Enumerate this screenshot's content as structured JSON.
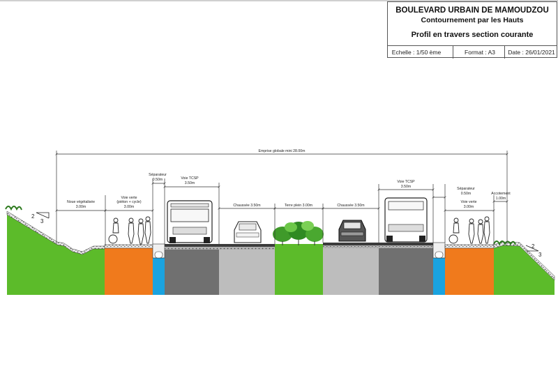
{
  "title_block": {
    "title": "BOULEVARD URBAIN DE MAMOUDZOU",
    "subtitle": "Contournement par les Hauts",
    "sheet": "Profil en travers section courante",
    "scale": "Echelle :  1/50 ème",
    "format": "Format :  A3",
    "date": "Date :  26/01/2021"
  },
  "dimensions": {
    "overall": "Emprise globale mini 28.00m",
    "noue_label": "Noue végétalisée",
    "noue_width": "3.00m",
    "voie_verte_left_label": "Voie verte",
    "voie_verte_left_sub": "(piéton + cycle)",
    "voie_verte_left_width": "3.00m",
    "separateur_left_label": "Séparateur",
    "separateur_left_width": "0.50m",
    "tcsp_left_label": "Voie TCSP",
    "tcsp_left_width": "3.50m",
    "chaussee_left": "Chaussée 3.50m",
    "terre_plein": "Terre plein 3.00m",
    "chaussee_right": "Chaussée 3.50m",
    "tcsp_right_label": "Voie TCSP",
    "tcsp_right_width": "3.50m",
    "separateur_right_label": "Séparateur",
    "separateur_right_width": "0.50m",
    "voie_verte_right_label": "Voie verte",
    "voie_verte_right_width": "3.00m",
    "accotement_label": "Accotement",
    "accotement_width": "1.00m"
  },
  "slopes": {
    "left_top": "2",
    "left_bottom": "3",
    "right_top": "2",
    "right_bottom": "3"
  },
  "colors": {
    "grass": "#5cbb2a",
    "green_way": "#f07a1c",
    "drain": "#1aa3e0",
    "tcsp_road": "#707070",
    "car_road": "#bdbdbd",
    "asphalt": "#3b3b3b"
  }
}
